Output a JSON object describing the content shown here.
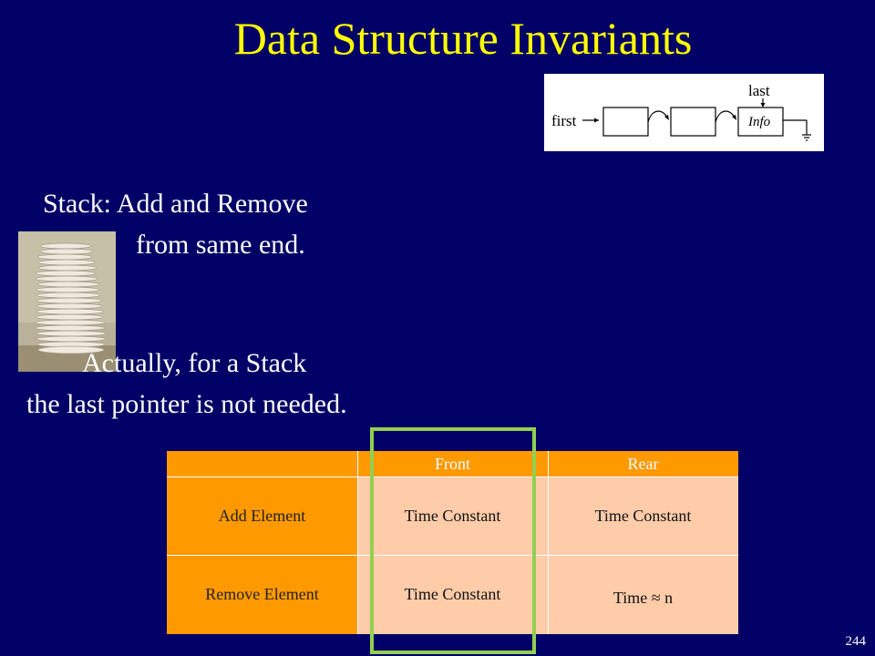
{
  "slide": {
    "title": "Data Structure Invariants",
    "page_number": "244"
  },
  "diagram": {
    "first_label": "first",
    "last_label": "last",
    "info_label": "Info"
  },
  "text": {
    "stack_line1": "Stack: Add and Remove",
    "stack_line2": "from same end.",
    "actually_line1": "Actually, for a Stack",
    "actually_line2": "the last pointer is not needed."
  },
  "table": {
    "headers": [
      "",
      "Front",
      "Rear"
    ],
    "rows": [
      {
        "label": "Add Element",
        "front": "Time Constant",
        "rear": "Time Constant"
      },
      {
        "label": "Remove Element",
        "front": "Time Constant",
        "rear": "Time ≈ n"
      }
    ]
  },
  "colors": {
    "background": "#000066",
    "title": "#ffff00",
    "table_header": "#ff9900",
    "table_body": "#ffccaa",
    "highlight_box": "#92d050"
  }
}
